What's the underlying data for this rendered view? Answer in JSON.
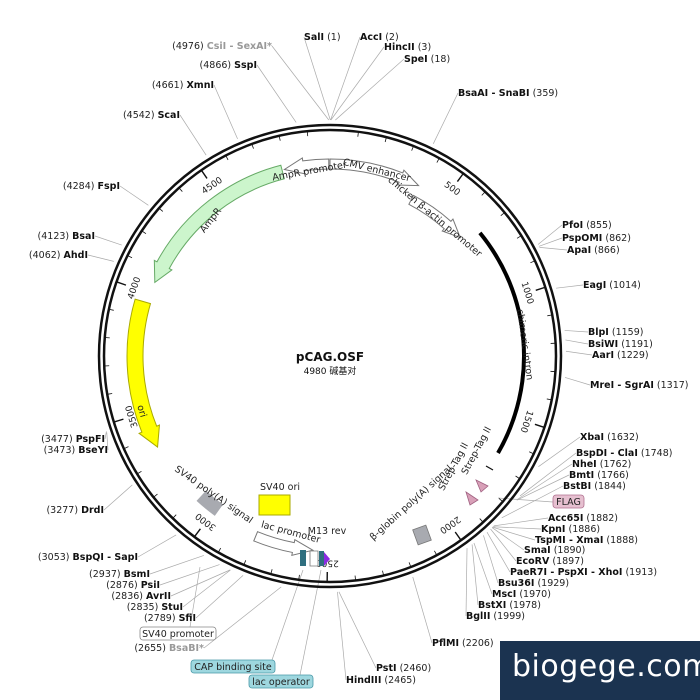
{
  "plasmid": {
    "name": "pCAG.OSF",
    "size_label": "4980 碱基对",
    "length": 4980
  },
  "tick_marks": [
    {
      "bp": 500,
      "label": "500"
    },
    {
      "bp": 1000,
      "label": "1000"
    },
    {
      "bp": 1500,
      "label": "1500"
    },
    {
      "bp": 2000,
      "label": "2000"
    },
    {
      "bp": 2500,
      "label": "2500"
    },
    {
      "bp": 3000,
      "label": "3000"
    },
    {
      "bp": 3500,
      "label": "3500"
    },
    {
      "bp": 4000,
      "label": "4000"
    },
    {
      "bp": 4500,
      "label": "4500"
    }
  ],
  "sites": [
    {
      "name": "SalI",
      "pos": "(1)",
      "bp": 1
    },
    {
      "name": "AccI",
      "pos": "(2)",
      "bp": 2
    },
    {
      "name": "HincII",
      "pos": "(3)",
      "bp": 3
    },
    {
      "name": "SpeI",
      "pos": "(18)",
      "bp": 18
    },
    {
      "name": "BsaAI - SnaBI",
      "pos": "(359)",
      "bp": 359
    },
    {
      "name": "PfoI",
      "pos": "(855)",
      "bp": 855
    },
    {
      "name": "PspOMI",
      "pos": "(862)",
      "bp": 862
    },
    {
      "name": "ApaI",
      "pos": "(866)",
      "bp": 866
    },
    {
      "name": "EagI",
      "pos": "(1014)",
      "bp": 1014
    },
    {
      "name": "BlpI",
      "pos": "(1159)",
      "bp": 1159
    },
    {
      "name": "BsiWI",
      "pos": "(1191)",
      "bp": 1191
    },
    {
      "name": "AarI",
      "pos": "(1229)",
      "bp": 1229
    },
    {
      "name": "MreI - SgrAI",
      "pos": "(1317)",
      "bp": 1317
    },
    {
      "name": "XbaI",
      "pos": "(1632)",
      "bp": 1632
    },
    {
      "name": "BspDI - ClaI",
      "pos": "(1748)",
      "bp": 1748
    },
    {
      "name": "NheI",
      "pos": "(1762)",
      "bp": 1762
    },
    {
      "name": "BmtI",
      "pos": "(1766)",
      "bp": 1766
    },
    {
      "name": "BstBI",
      "pos": "(1844)",
      "bp": 1844
    },
    {
      "name": "Acc65I",
      "pos": "(1882)",
      "bp": 1882
    },
    {
      "name": "KpnI",
      "pos": "(1886)",
      "bp": 1886
    },
    {
      "name": "TspMI - XmaI",
      "pos": "(1888)",
      "bp": 1888
    },
    {
      "name": "SmaI",
      "pos": "(1890)",
      "bp": 1890
    },
    {
      "name": "EcoRV",
      "pos": "(1897)",
      "bp": 1897
    },
    {
      "name": "PaeR7I - PspXI - XhoI",
      "pos": "(1913)",
      "bp": 1913
    },
    {
      "name": "Bsu36I",
      "pos": "(1929)",
      "bp": 1929
    },
    {
      "name": "MscI",
      "pos": "(1970)",
      "bp": 1970
    },
    {
      "name": "BstXI",
      "pos": "(1978)",
      "bp": 1978
    },
    {
      "name": "BglII",
      "pos": "(1999)",
      "bp": 1999
    },
    {
      "name": "PflMI",
      "pos": "(2206)",
      "bp": 2206
    },
    {
      "name": "PstI",
      "pos": "(2460)",
      "bp": 2460
    },
    {
      "name": "HindIII",
      "pos": "(2465)",
      "bp": 2465
    },
    {
      "name": "BsaBI*",
      "pos": "(2655)",
      "bp": 2655
    },
    {
      "name": "SfiI",
      "pos": "(2789)",
      "bp": 2789
    },
    {
      "name": "StuI",
      "pos": "(2835)",
      "bp": 2835
    },
    {
      "name": "AvrII",
      "pos": "(2836)",
      "bp": 2836
    },
    {
      "name": "PsiI",
      "pos": "(2876)",
      "bp": 2876
    },
    {
      "name": "BsmI",
      "pos": "(2937)",
      "bp": 2937
    },
    {
      "name": "BspQI - SapI",
      "pos": "(3053)",
      "bp": 3053
    },
    {
      "name": "DrdI",
      "pos": "(3277)",
      "bp": 3277
    },
    {
      "name": "BseYI",
      "pos": "(3473)",
      "bp": 3473
    },
    {
      "name": "PspFI",
      "pos": "(3477)",
      "bp": 3477
    },
    {
      "name": "AhdI",
      "pos": "(4062)",
      "bp": 4062
    },
    {
      "name": "BsaI",
      "pos": "(4123)",
      "bp": 4123
    },
    {
      "name": "FspI",
      "pos": "(4284)",
      "bp": 4284
    },
    {
      "name": "ScaI",
      "pos": "(4542)",
      "bp": 4542
    },
    {
      "name": "XmnI",
      "pos": "(4661)",
      "bp": 4661
    },
    {
      "name": "SspI",
      "pos": "(4866)",
      "bp": 4866
    },
    {
      "name": "CsiI - SexAI*",
      "pos": "(4976)",
      "bp": 4976
    }
  ],
  "features": [
    {
      "label": "CMV enhancer",
      "color": "#ffffff"
    },
    {
      "label": "chicken β-actin promoter",
      "color": "#ffffff"
    },
    {
      "label": "chimeric intron",
      "color": "#000000"
    },
    {
      "label": "AmpR promoter",
      "color": "#ffffff"
    },
    {
      "label": "AmpR",
      "color": "#ccf5cc"
    },
    {
      "label": "ori",
      "color": "#ffff00"
    },
    {
      "label": "SV40 poly(A) signal",
      "color": "#a8aab0"
    },
    {
      "label": "SV40 ori",
      "color": "#ffff00"
    },
    {
      "label": "lac promoter",
      "color": "#ffffff"
    },
    {
      "label": "M13 rev",
      "color": "#8a2be2"
    },
    {
      "label": "β-globin poly(A) signal",
      "color": "#a8aab0"
    },
    {
      "label": "Strep-Tag II",
      "color": "#d8a0b8"
    },
    {
      "label": "Strep-Tag II",
      "color": "#d8a0b8"
    },
    {
      "label": "FLAG",
      "color": "#e6c0d0"
    },
    {
      "label": "SV40 promoter",
      "color": "#ffffff"
    },
    {
      "label": "CAP binding site",
      "color": "#9ed7df"
    },
    {
      "label": "lac operator",
      "color": "#9ed7df"
    }
  ],
  "watermark": "biogege.com"
}
